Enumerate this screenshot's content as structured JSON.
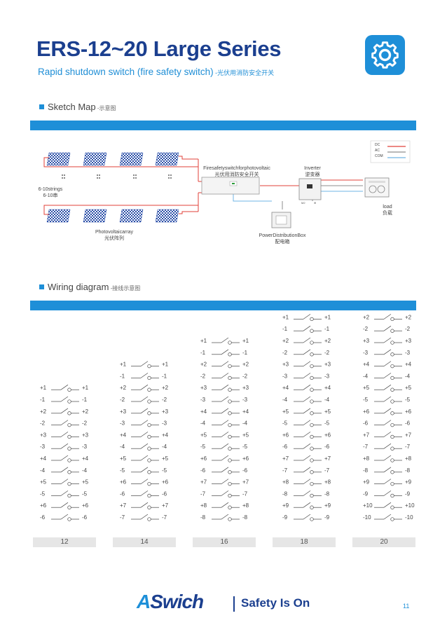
{
  "header": {
    "title": "ERS-12~20 Large Series",
    "subtitle": "Rapid shutdown switch (fire safety switch)",
    "subtitle_cn": " -光伏用消防安全开关",
    "icon": "gear-icon"
  },
  "sketch": {
    "heading": "Sketch Map",
    "heading_cn": " -示意图",
    "strings_label": "6-10strings",
    "strings_label_cn": "6-10串",
    "pv_array": "Photovoltaicarray",
    "pv_array_cn": "光伏阵列",
    "fire_switch": "Firesafetyswitchforphotovoltaic",
    "fire_switch_cn": "光伏用消防安全开关",
    "inverter": "Inverter",
    "inverter_cn": "逆变器",
    "load": "load",
    "load_cn": "负载",
    "power_box": "PowerDistributionBox",
    "power_box_cn": "配电箱",
    "legend": [
      {
        "label": "DC",
        "color": "#e0403a"
      },
      {
        "label": "AC",
        "color": "#8e8e8e"
      },
      {
        "label": "COM",
        "color": "#6fb4e4"
      }
    ]
  },
  "wiring": {
    "heading": "Wiring diagram",
    "heading_cn": " -接线示意图",
    "columns": [
      {
        "label": "12",
        "rows": [
          [
            "+1",
            "+1"
          ],
          [
            "-1",
            "-1"
          ],
          [
            "+2",
            "+2"
          ],
          [
            "-2",
            "-2"
          ],
          [
            "+3",
            "+3"
          ],
          [
            "-3",
            "-3"
          ],
          [
            "+4",
            "+4"
          ],
          [
            "-4",
            "-4"
          ],
          [
            "+5",
            "+5"
          ],
          [
            "-5",
            "-5"
          ],
          [
            "+6",
            "+6"
          ],
          [
            "-6",
            "-6"
          ]
        ]
      },
      {
        "label": "14",
        "rows": [
          [
            "+1",
            "+1"
          ],
          [
            "-1",
            "-1"
          ],
          [
            "+2",
            "+2"
          ],
          [
            "-2",
            "-2"
          ],
          [
            "+3",
            "+3"
          ],
          [
            "-3",
            "-3"
          ],
          [
            "+4",
            "+4"
          ],
          [
            "-4",
            "-4"
          ],
          [
            "+5",
            "+5"
          ],
          [
            "-5",
            "-5"
          ],
          [
            "+6",
            "+6"
          ],
          [
            "-6",
            "-6"
          ],
          [
            "+7",
            "+7"
          ],
          [
            "-7",
            "-7"
          ]
        ]
      },
      {
        "label": "16",
        "rows": [
          [
            "+1",
            "+1"
          ],
          [
            "-1",
            "-1"
          ],
          [
            "+2",
            "+2"
          ],
          [
            "-2",
            "-2"
          ],
          [
            "+3",
            "+3"
          ],
          [
            "-3",
            "-3"
          ],
          [
            "+4",
            "+4"
          ],
          [
            "-4",
            "-4"
          ],
          [
            "+5",
            "+5"
          ],
          [
            "-5",
            "-5"
          ],
          [
            "+6",
            "+6"
          ],
          [
            "-6",
            "-6"
          ],
          [
            "+7",
            "+7"
          ],
          [
            "-7",
            "-7"
          ],
          [
            "+8",
            "+8"
          ],
          [
            "-8",
            "-8"
          ]
        ]
      },
      {
        "label": "18",
        "rows": [
          [
            "+1",
            "+1"
          ],
          [
            "-1",
            "-1"
          ],
          [
            "+2",
            "+2"
          ],
          [
            "-2",
            "-2"
          ],
          [
            "+3",
            "+3"
          ],
          [
            "-3",
            "-3"
          ],
          [
            "+4",
            "+4"
          ],
          [
            "-4",
            "-4"
          ],
          [
            "+5",
            "+5"
          ],
          [
            "-5",
            "-5"
          ],
          [
            "+6",
            "+6"
          ],
          [
            "-6",
            "-6"
          ],
          [
            "+7",
            "+7"
          ],
          [
            "-7",
            "-7"
          ],
          [
            "+8",
            "+8"
          ],
          [
            "-8",
            "-8"
          ],
          [
            "+9",
            "+9"
          ],
          [
            "-9",
            "-9"
          ]
        ]
      },
      {
        "label": "20",
        "rows": [
          [
            "+1",
            "+1"
          ],
          [
            "-1",
            "-1"
          ],
          [
            "+2",
            "+2"
          ],
          [
            "-2",
            "-2"
          ],
          [
            "+3",
            "+3"
          ],
          [
            "-3",
            "-3"
          ],
          [
            "+4",
            "+4"
          ],
          [
            "-4",
            "-4"
          ],
          [
            "+5",
            "+5"
          ],
          [
            "-5",
            "-5"
          ],
          [
            "+6",
            "+6"
          ],
          [
            "-6",
            "-6"
          ],
          [
            "+7",
            "+7"
          ],
          [
            "-7",
            "-7"
          ],
          [
            "+8",
            "+8"
          ],
          [
            "-8",
            "-8"
          ],
          [
            "+9",
            "+9"
          ],
          [
            "-9",
            "-9"
          ],
          [
            "+10",
            "+10"
          ],
          [
            "-10",
            "-10"
          ]
        ]
      }
    ]
  },
  "footer": {
    "logo_a": "A",
    "logo_rest": "Swich",
    "slogan": "Safety Is On",
    "page": "11"
  }
}
